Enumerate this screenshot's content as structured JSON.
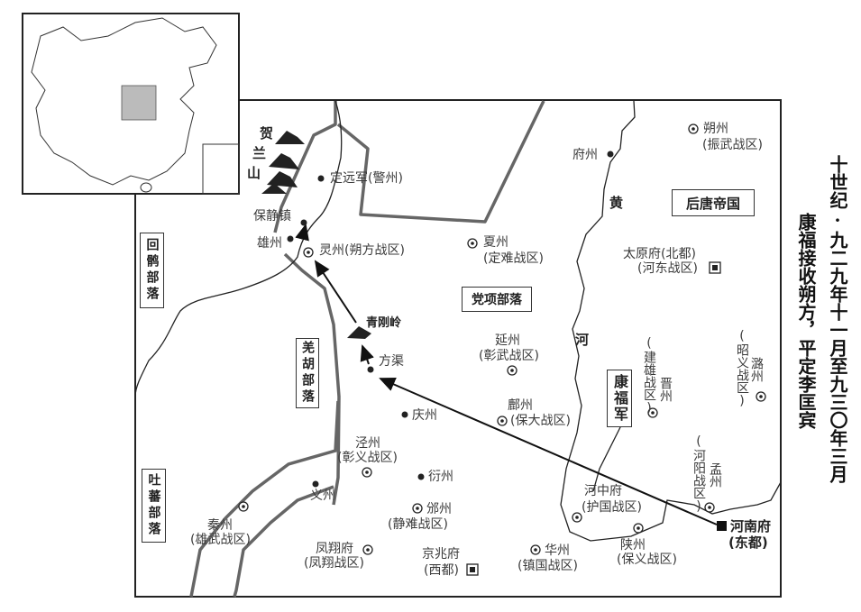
{
  "title": {
    "line1": "十世纪·九二九年十一月至九三〇年三月",
    "line2": "康福接收朔方，平定李匡宾"
  },
  "regions": {
    "later_tang": "后唐帝国",
    "dangxiang": "党项部落",
    "huihu": "回鹘部落",
    "qianghu": "羌胡部落",
    "tubo": "吐蕃部落",
    "kangfu_army": "康福军"
  },
  "features": {
    "helan_mountain": [
      "贺",
      "兰",
      "山"
    ],
    "qinggangling": "青刚岭",
    "yellow_river": [
      "黄",
      "河"
    ]
  },
  "places": {
    "dingyuanjun": "定远军(警州)",
    "baojingzhen": "保静镇",
    "xiongzhou": "雄州",
    "lingzhou": "灵州(朔方战区)",
    "xiazhou": "夏州",
    "xiazhou_d": "(定难战区)",
    "fangqu": "方渠",
    "yanzhou": "延州",
    "yanzhou_d": "(彰武战区)",
    "qingzhou": "庆州",
    "fuzhou_s": "鄜州",
    "fuzhou_s_d": "(保大战区)",
    "jingzhou": "泾州",
    "jingzhou_d": "(彰义战区)",
    "yanzhou2": "衍州",
    "yizhou": "义州",
    "binzhou": "邠州",
    "binzhou_d": "(静难战区)",
    "qinzhou": "秦州",
    "qinzhou_d": "(雄武战区)",
    "fengxiang": "凤翔府",
    "fengxiang_d": "(凤翔战区)",
    "jingzhao": "京兆府",
    "jingzhao_d": "(西都)",
    "huazhou": "华州",
    "huazhou_d": "(镇国战区)",
    "hezhong": "河中府",
    "hezhong_d": "(护国战区)",
    "shanzhou": "陕州",
    "shanzhou_d": "(保义战区)",
    "henan": "河南府",
    "henan_d": "(东都)",
    "fuzhou": "府州",
    "shuozhou": "朔州",
    "shuozhou_d": "(振武战区)",
    "taiyuan": "太原府(北都)",
    "taiyuan_d": "(河东战区)",
    "jinzhou_d": "(建雄战区)",
    "jinzhou": "晋州",
    "luzhou_d": "(昭义战区)",
    "luzhou": "潞州",
    "mengzhou_d": "(河阳战区)",
    "mengzhou": "孟州"
  }
}
